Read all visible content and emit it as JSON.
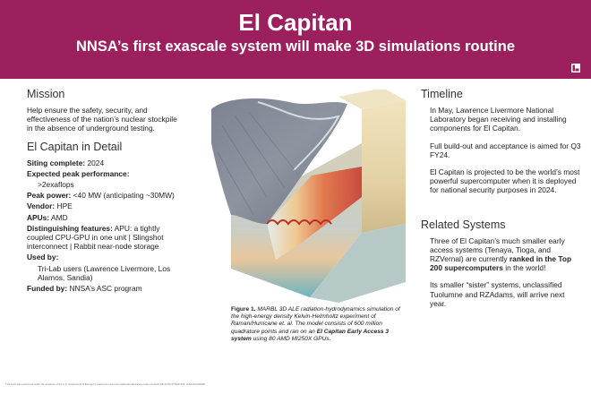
{
  "header": {
    "title": "El Capitan",
    "subtitle": "NNSA’s first exascale system will make 3D simulations routine"
  },
  "mission": {
    "heading": "Mission",
    "text": "Help ensure the safety, security, and effectiveness of the nation’s nuclear stockpile in the absence of underground testing."
  },
  "detail": {
    "heading": "El Capitan in Detail",
    "siting_label": "Siting complete:",
    "siting_value": " 2024",
    "peak_label": "Expected peak performance:",
    "peak_value": ">2exaflops",
    "power_label": "Peak power:",
    "power_value": " <40 MW (anticipating ~30MW)",
    "vendor_label": "Vendor:",
    "vendor_value": " HPE",
    "apus_label": "APUs:",
    "apus_value": " AMD",
    "features_label": "Distinguishing features:",
    "features_value": " APU: a tightly coupled CPU-GPU in one unit | Slingshot interconnect | Rabbit near-node storage",
    "usedby_label": "Used by:",
    "usedby_value": "Tri-Lab users (Lawrence Livermore, Los Alamos, Sandia)",
    "funded_label": "Funded by:",
    "funded_value": " NNSA’s ASC program"
  },
  "figure": {
    "caption_label": "Figure 1.",
    "caption_text": " MARBL 3D ALE radiation-hydrodynamics simulation of the high-energy density Kelvin-Helmholtz experiment of Raman/Hurricane et. al. The model consists of 600 million quadrature points and ran on an ",
    "caption_bold": "El Capitan Early Access 3 system",
    "caption_end": " using 80 AMD MI250X GPUs."
  },
  "timeline": {
    "heading": "Timeline",
    "p1": "In May, Lawrence Livermore National Laboratory began receiving and installing components for El Capitan.",
    "p2": "Full build-out and acceptance is aimed for Q3 FY24.",
    "p3": "El Capitan is projected to be the world’s most powerful supercomputer when it is deployed for national security purposes in 2024."
  },
  "related": {
    "heading": "Related Systems",
    "p1_start": "Three of El Capitan’s much smaller early access systems (Tenaya, Tioga, and RZVernal) are currently ",
    "p1_bold": "ranked in the Top 200 supercomputers",
    "p1_end": " in the world!",
    "p2": "Its smaller “sister” systems, unclassified Tuolumne and RZAdams, will arrive next year."
  },
  "footnote": "This work was performed under the auspices of the U.S. Department of Energy by Lawrence Livermore National Laboratory under Contract DE-AC52-07NA27344. LLNL-MI-000000",
  "colors": {
    "header_bg": "#9c1f5e",
    "text": "#222222"
  }
}
